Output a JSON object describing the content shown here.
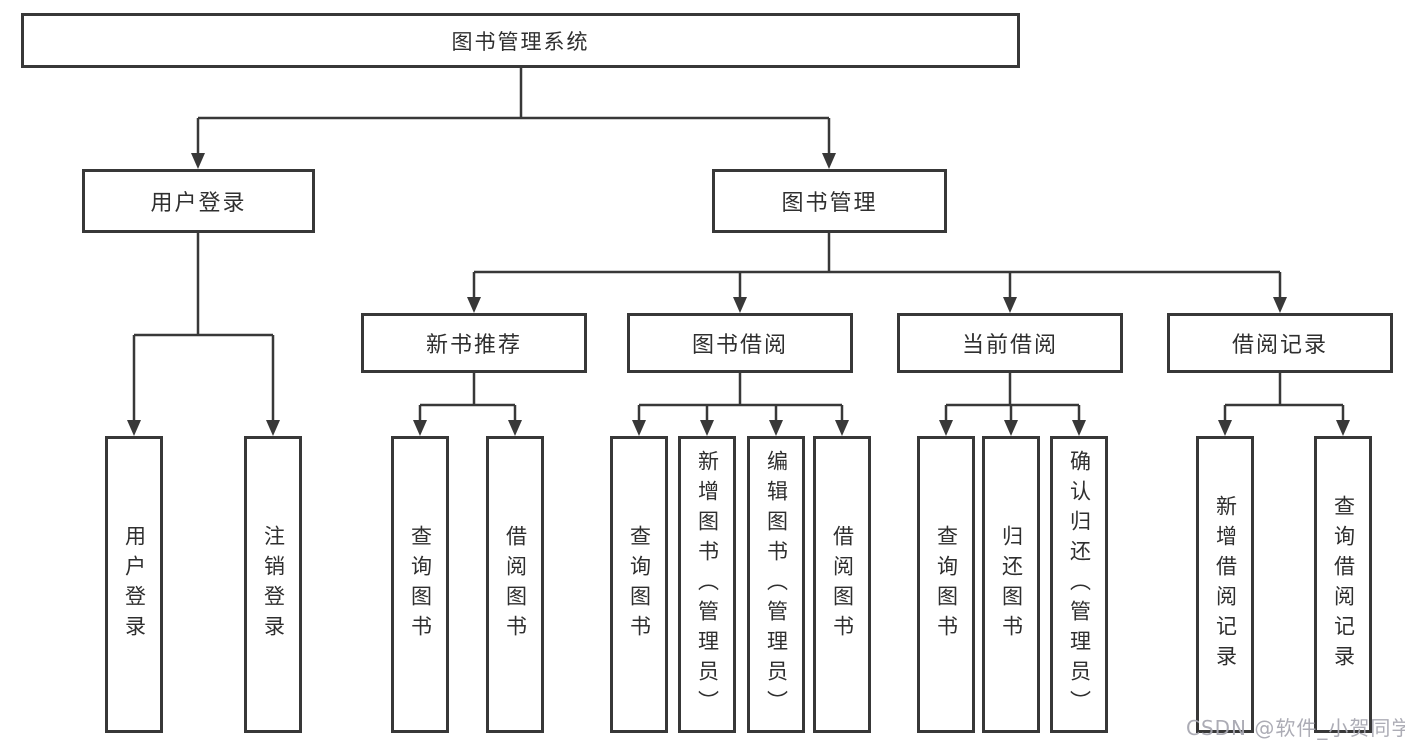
{
  "diagram": {
    "root": {
      "label": "图书管理系统"
    },
    "branches": [
      {
        "label": "用户登录",
        "children": [
          {
            "label": "用户登录"
          },
          {
            "label": "注销登录"
          }
        ]
      },
      {
        "label": "图书管理",
        "children": [
          {
            "label": "新书推荐",
            "children": [
              {
                "label": "查询图书"
              },
              {
                "label": "借阅图书"
              }
            ]
          },
          {
            "label": "图书借阅",
            "children": [
              {
                "label": "查询图书"
              },
              {
                "label": "新增图书（管理员）"
              },
              {
                "label": "编辑图书（管理员）"
              },
              {
                "label": "借阅图书"
              }
            ]
          },
          {
            "label": "当前借阅",
            "children": [
              {
                "label": "查询图书"
              },
              {
                "label": "归还图书"
              },
              {
                "label": "确认归还（管理员）"
              }
            ]
          },
          {
            "label": "借阅记录",
            "children": [
              {
                "label": "新增借阅记录"
              },
              {
                "label": "查询借阅记录"
              }
            ]
          }
        ]
      }
    ]
  },
  "watermark": {
    "text": "CSDN @软件_小贺同学"
  },
  "colors": {
    "line": "#383838",
    "box_border": "#383838",
    "box_background": "#ffffff",
    "text": "#2f2f2f",
    "watermark": "#a8a8b2"
  }
}
